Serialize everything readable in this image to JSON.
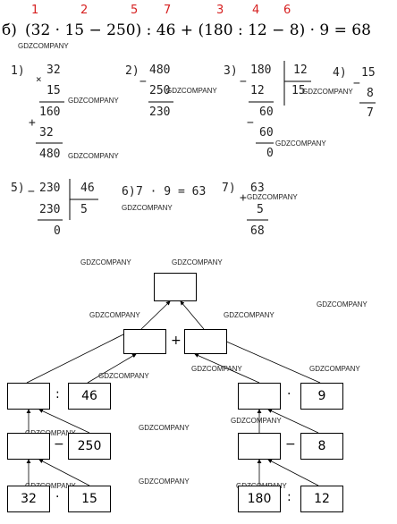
{
  "problem": {
    "label": "б)",
    "order_marks": [
      "1",
      "2",
      "5",
      "7",
      "3",
      "4",
      "6"
    ],
    "expr_p1": "(32 · 15 − 250) : 46 + (180 : 12 − 8) · 9 = 68"
  },
  "watermark": "GDZCOMPANY",
  "steps": {
    "s1": {
      "label": "1)",
      "a": "32",
      "op": "×",
      "b": "15",
      "p1": "160",
      "op2": "+",
      "p2": "32",
      "res": "480"
    },
    "s2": {
      "label": "2)",
      "op": "−",
      "a": "480",
      "b": "250",
      "res": "230"
    },
    "s3": {
      "label": "3)",
      "op": "−",
      "a": "180",
      "d": "12",
      "q": "15",
      "r1": "12",
      "r2": "60",
      "op2": "−",
      "r3": "60",
      "rem": "0"
    },
    "s4": {
      "label": "4)",
      "op": "−",
      "a": "15",
      "b": "8",
      "res": "7"
    },
    "s5": {
      "label": "5)",
      "op": "−",
      "a": "230",
      "d": "46",
      "q": "5",
      "r1": "230",
      "rem": "0"
    },
    "s6": {
      "label": "6)",
      "expr": "7 · 9 = 63"
    },
    "s7": {
      "label": "7)",
      "op": "+",
      "a": "63",
      "b": "5",
      "res": "68"
    }
  },
  "tree": {
    "plus": "+",
    "div": ":",
    "dot": "·",
    "minus": "−",
    "n46": "46",
    "n9": "9",
    "n250": "250",
    "n8": "8",
    "n32": "32",
    "n15": "15",
    "n180": "180",
    "n12": "12"
  }
}
